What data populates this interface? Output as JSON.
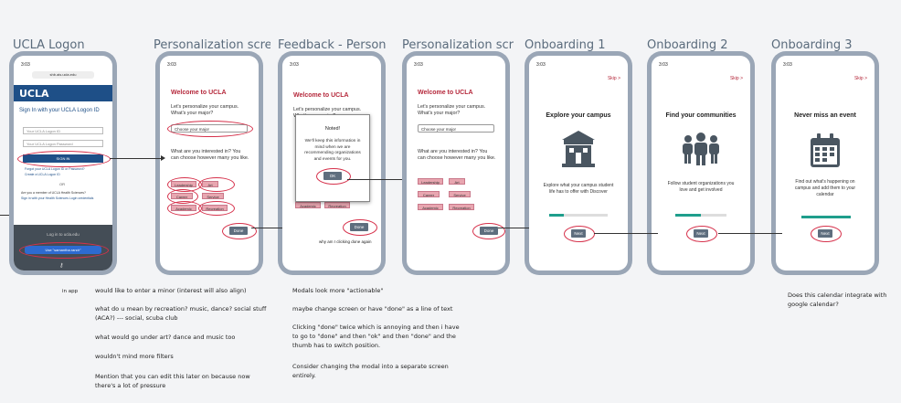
{
  "frames": [
    {
      "title": "UCLA Logon"
    },
    {
      "title": "Personalization scre"
    },
    {
      "title": "Feedback - Persona"
    },
    {
      "title": "Personalization scre"
    },
    {
      "title": "Onboarding 1"
    },
    {
      "title": "Onboarding 2"
    },
    {
      "title": "Onboarding 3"
    }
  ],
  "status_time": "3:03",
  "logon": {
    "url": "shb.ais.ucla.edu",
    "logo": "UCLA",
    "heading": "Sign In with your UCLA Logon ID",
    "id_placeholder": "Your UCLA Logon ID",
    "password_placeholder": "Your UCLA Logon Password",
    "sign_in": "SIGN IN",
    "forgot": "Forgot your UCLA Logon ID or Password?",
    "create": "Create a UCLA Logon ID",
    "or": "OR",
    "health": "Are you a member of UCLA Health Sciences?",
    "health_link": "Sign in with your Health Sciences Login credentials",
    "login_prompt": "Log in to ucla.edu",
    "use_saved": "Use \"samantha.randr\"",
    "in_app": "in app"
  },
  "personalize": {
    "title": "Welcome to UCLA",
    "intro": "Let's personalize your campus. What's your major?",
    "select_placeholder": "Choose your major",
    "interests_q": "What are you interested in? You can choose however many you like.",
    "chips": [
      "Leadership",
      "Art",
      "Career",
      "Service",
      "Academic",
      "Recreation"
    ],
    "done": "Done"
  },
  "feedback": {
    "modal_title": "Noted!",
    "modal_text": "We'll keep this information in mind when we are recommending organizations and events for you.",
    "ok": "OK",
    "note": "why am I clicking done again"
  },
  "onboarding": [
    {
      "skip": "Skip >",
      "title": "Explore your campus",
      "desc": "Explore what your campus student life has to offer with Discover",
      "progress": 0.25,
      "button": "Next",
      "icon": "building-icon"
    },
    {
      "skip": "Skip >",
      "title": "Find your communities",
      "desc": "Follow student organizations you love and get involved",
      "progress": 0.5,
      "button": "Next",
      "icon": "people-icon"
    },
    {
      "skip": "Skip >",
      "title": "Never miss an event",
      "desc": "Find out what's happening on campus and add them to your calendar",
      "progress": 1.0,
      "button": "Next",
      "icon": "calendar-icon"
    }
  ],
  "notes": {
    "col1": [
      "would like to enter a minor (interest will also align)",
      "what do u mean by recreation? music, dance? social stuff (ACA?) --- social, scuba club",
      "what would go under art? dance and music too",
      "wouldn't mind more filters",
      "Mention that you can edit this later on because now there's a lot of pressure"
    ],
    "col2": [
      "Modals look more \"actionable\"",
      "maybe change screen or have \"done\" as a line of text",
      "Clicking \"done\" twice which is annoying and then i have to go to \"done\" and then \"ok\" and then \"done\" and the thumb has to switch position.",
      "Consider changing the modal into a separate screen entirely."
    ],
    "col3": "Does this calendar integrate with google calendar?"
  },
  "colors": {
    "accent": "#b5283b",
    "ucla_blue": "#1e4f87",
    "teal": "#1f9e8c",
    "phone": "#9aa6b6"
  }
}
